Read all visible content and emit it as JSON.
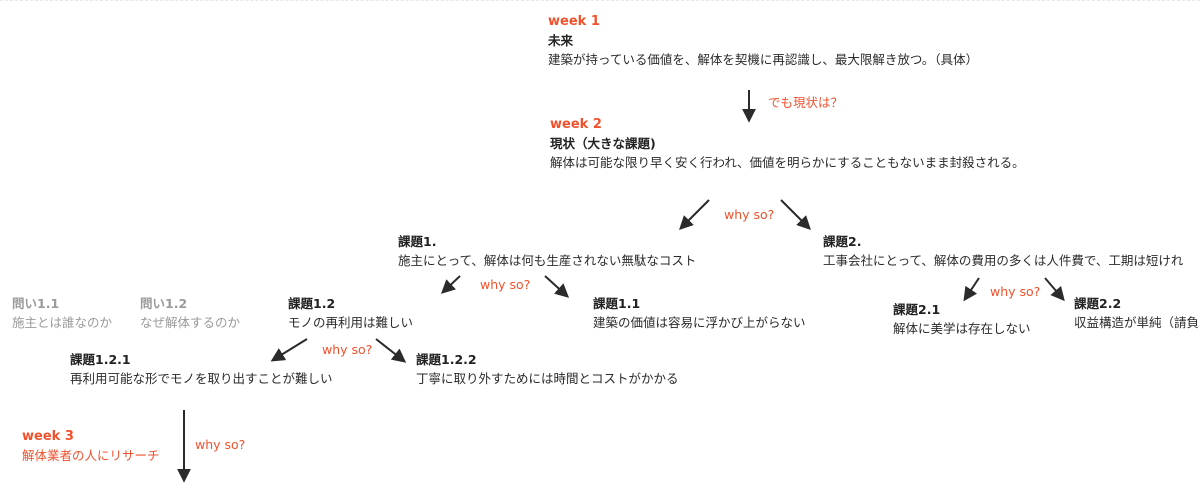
{
  "week1": {
    "week": "week 1",
    "title": "未来",
    "desc": "建築が持っている価値を、解体を契機に再認識し、最大限解き放つ。（具体）"
  },
  "label_demo": "でも現状は？",
  "week2": {
    "week": "week 2",
    "title": "現状（大きな課題)",
    "desc": "解体は可能な限り早く安く行われ、価値を明らかにすることもないまま封殺される。"
  },
  "why_so": "why so?",
  "kadai1": {
    "title": "課題1.",
    "desc": "施主にとって、解体は何も生産されない無駄なコスト"
  },
  "kadai2": {
    "title": "課題2.",
    "desc": "工事会社にとって、解体の費用の多くは人件費で、工期は短けれ"
  },
  "toi11": {
    "title": "問い1.1",
    "desc": "施主とは誰なのか"
  },
  "toi12": {
    "title": "問い1.2",
    "desc": "なぜ解体するのか"
  },
  "kadai12": {
    "title": "課題1.2",
    "desc": "モノの再利用は難しい"
  },
  "kadai11": {
    "title": "課題1.1",
    "desc": "建築の価値は容易に浮かび上がらない"
  },
  "kadai21": {
    "title": "課題2.1",
    "desc": "解体に美学は存在しない"
  },
  "kadai22": {
    "title": "課題2.2",
    "desc": "収益構造が単純（請負"
  },
  "kadai121": {
    "title": "課題1.2.1",
    "desc": "再利用可能な形でモノを取り出すことが難しい"
  },
  "kadai122": {
    "title": "課題1.2.2",
    "desc": "丁寧に取り外すためには時間とコストがかかる"
  },
  "week3": {
    "week": "week 3",
    "desc": "解体業者の人にリサーチ"
  },
  "colors": {
    "accent": "#f0522d",
    "text": "#2b2b2b",
    "muted": "#9a9a9a",
    "arrow": "#2b2b2b"
  }
}
